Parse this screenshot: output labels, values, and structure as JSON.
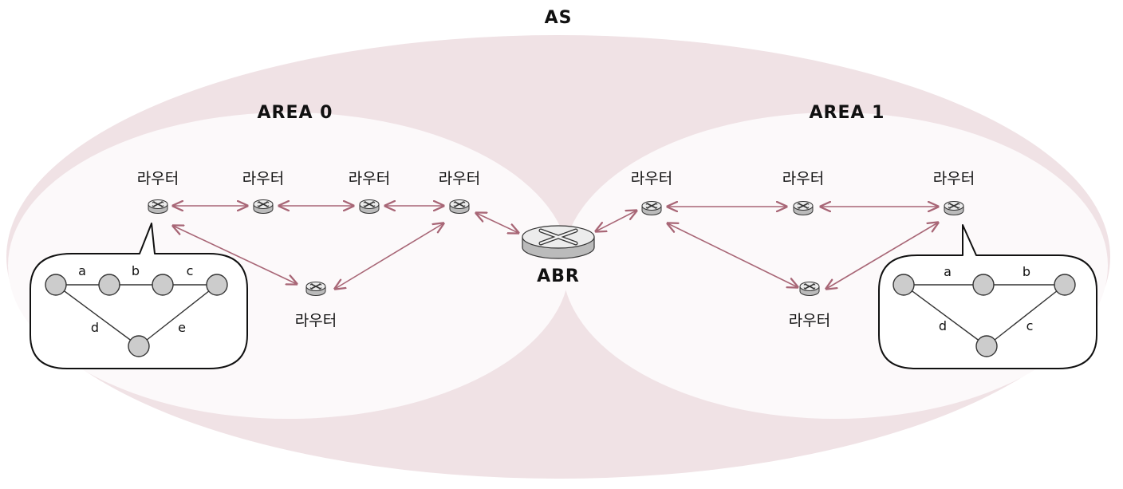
{
  "as_label": "AS",
  "area0": {
    "label": "AREA 0",
    "router_label": "라우터",
    "graph_edges": [
      "a",
      "b",
      "c",
      "d",
      "e"
    ]
  },
  "area1": {
    "label": "AREA 1",
    "router_label": "라우터",
    "graph_edges": [
      "a",
      "b",
      "c",
      "d"
    ]
  },
  "abr_label": "ABR",
  "colors": {
    "as_fill": "#f0e2e5",
    "area_fill": "#fcf9fa",
    "link": "#a86676",
    "node_fill": "#cccccc"
  },
  "icons": [
    "router-icon",
    "abr-router-icon"
  ]
}
